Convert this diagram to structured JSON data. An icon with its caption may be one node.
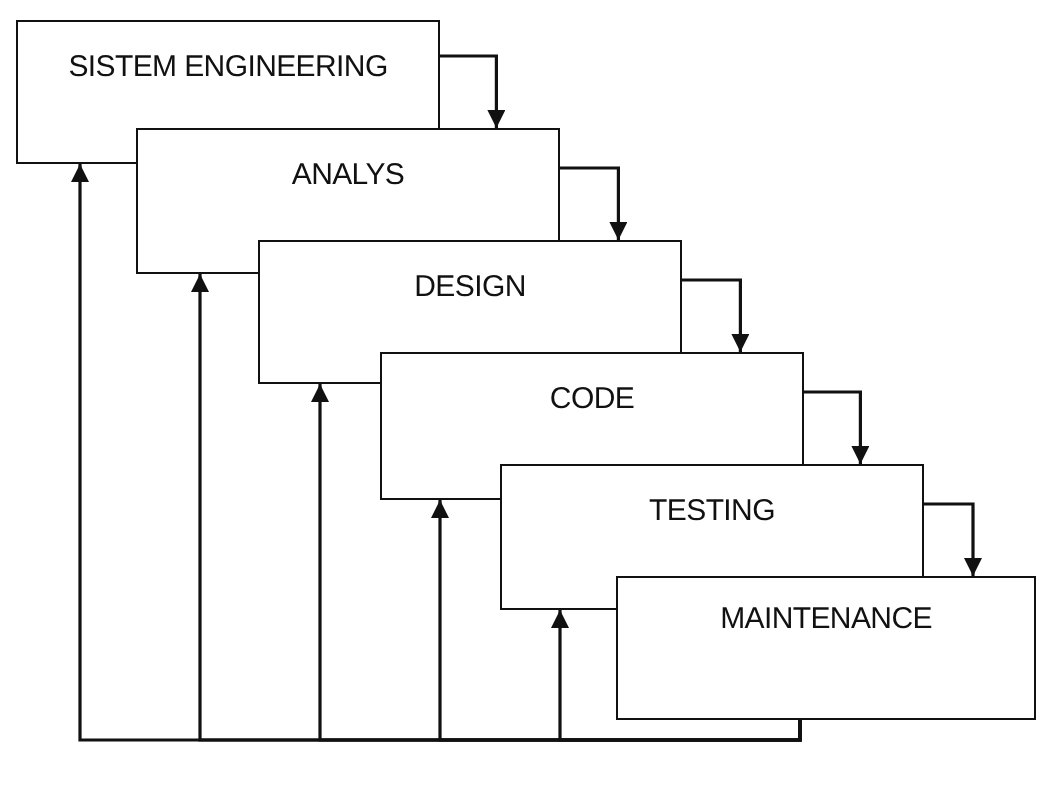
{
  "diagram": {
    "nodes": [
      {
        "text": [
          "SISTEM ENGINEERING"
        ]
      },
      {
        "text": [
          "ANALYS"
        ]
      },
      {
        "text": [
          "DESIGN"
        ]
      },
      {
        "text": [
          "CODE"
        ]
      },
      {
        "text": [
          "TESTING"
        ]
      },
      {
        "text": [
          "MAINTENANCE"
        ]
      }
    ],
    "edges": [
      {
        "from": 0,
        "to": 1,
        "arrow": "to"
      },
      {
        "from": 1,
        "to": 2,
        "arrow": "to"
      },
      {
        "from": 2,
        "to": 3,
        "arrow": "to"
      },
      {
        "from": 3,
        "to": 4,
        "arrow": "to"
      },
      {
        "from": 4,
        "to": 5,
        "arrow": "to"
      },
      {
        "from": 5,
        "to": 0,
        "arrow": "to"
      },
      {
        "from": 5,
        "to": 1,
        "arrow": "to"
      },
      {
        "from": 5,
        "to": 2,
        "arrow": "to"
      },
      {
        "from": 5,
        "to": 3,
        "arrow": "to"
      },
      {
        "from": 5,
        "to": 4,
        "arrow": "to"
      }
    ]
  }
}
